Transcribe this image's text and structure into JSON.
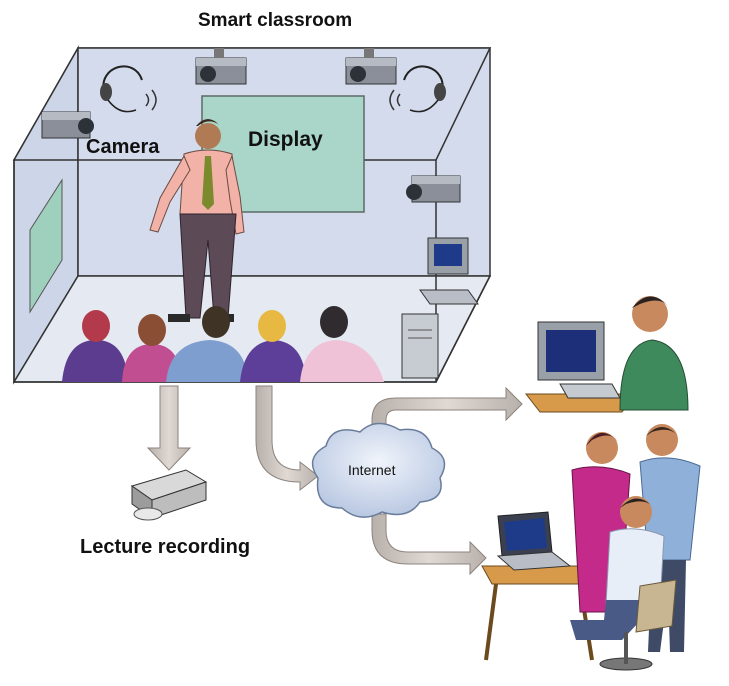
{
  "diagram": {
    "title": "Smart classroom",
    "labels": {
      "camera": "Camera",
      "display": "Display",
      "internet": "Internet",
      "lecture_recording": "Lecture recording"
    }
  },
  "colors": {
    "room_wall": "#c9d3e6",
    "room_floor": "#d9dfea",
    "display_screen": "#a9d6c8",
    "arrow_fill": "#cfc6c0",
    "cloud_fill": "#d8e2f2"
  }
}
